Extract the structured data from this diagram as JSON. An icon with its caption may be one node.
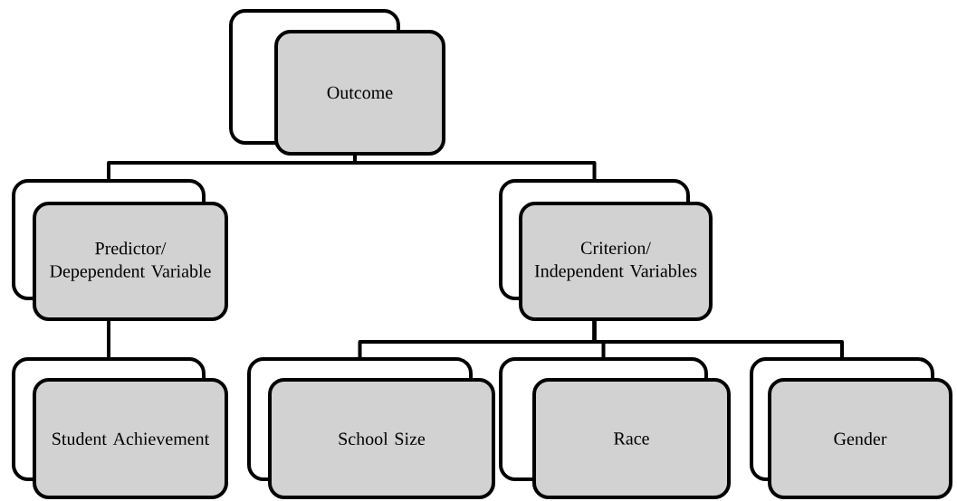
{
  "diagram": {
    "nodes": [
      {
        "text": [
          "Outcome"
        ]
      },
      {
        "text": [
          "Predictor/ Depependent Variable"
        ]
      },
      {
        "text": [
          "Criterion/ Independent Variables"
        ]
      },
      {
        "text": [
          "Student Achievement"
        ]
      },
      {
        "text": [
          "School Size"
        ]
      },
      {
        "text": [
          "Race"
        ]
      },
      {
        "text": [
          "Gender"
        ]
      }
    ],
    "edges": [
      {
        "from": 0,
        "to": 1,
        "arrow": "none"
      },
      {
        "from": 0,
        "to": 2,
        "arrow": "none"
      },
      {
        "from": 1,
        "to": 3,
        "arrow": "none"
      },
      {
        "from": 2,
        "to": 4,
        "arrow": "none"
      },
      {
        "from": 2,
        "to": 5,
        "arrow": "none"
      },
      {
        "from": 2,
        "to": 6,
        "arrow": "none"
      }
    ]
  }
}
